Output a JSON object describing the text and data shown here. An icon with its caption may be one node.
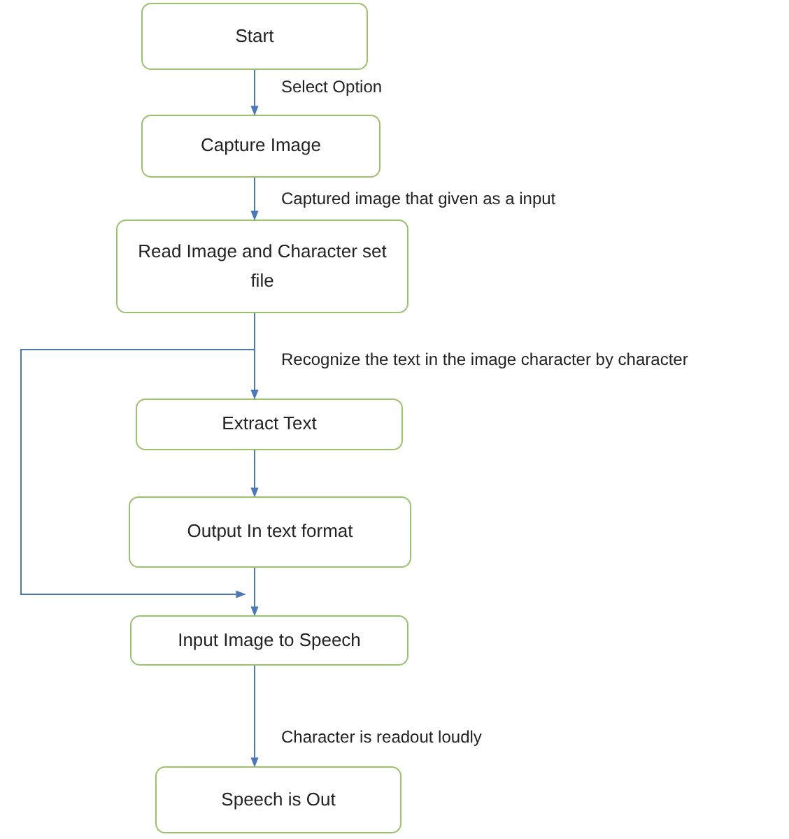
{
  "diagram": {
    "nodes": [
      {
        "text": [
          "Start"
        ]
      },
      {
        "text": [
          "Capture Image"
        ]
      },
      {
        "text": [
          "Read Image and Character set file"
        ]
      },
      {
        "text": [
          "Extract Text"
        ]
      },
      {
        "text": [
          "Output In text format"
        ]
      },
      {
        "text": [
          "Input Image to Speech"
        ]
      },
      {
        "text": [
          "Speech is Out"
        ]
      }
    ],
    "edges": [
      {
        "from": 0,
        "to": 1,
        "arrow": "to",
        "label": "Select Option"
      },
      {
        "from": 1,
        "to": 2,
        "arrow": "to",
        "label": "Captured image that given as a input"
      },
      {
        "from": 2,
        "to": 3,
        "arrow": "to",
        "label": "Recognize the text in the image character by character"
      },
      {
        "from": 3,
        "to": 4,
        "arrow": "to"
      },
      {
        "from": 4,
        "to": 5,
        "arrow": "to"
      },
      {
        "from": 2,
        "to": 5,
        "arrow": "to"
      },
      {
        "from": 5,
        "to": 6,
        "arrow": "to",
        "label": "Character is readout loudly"
      }
    ]
  }
}
